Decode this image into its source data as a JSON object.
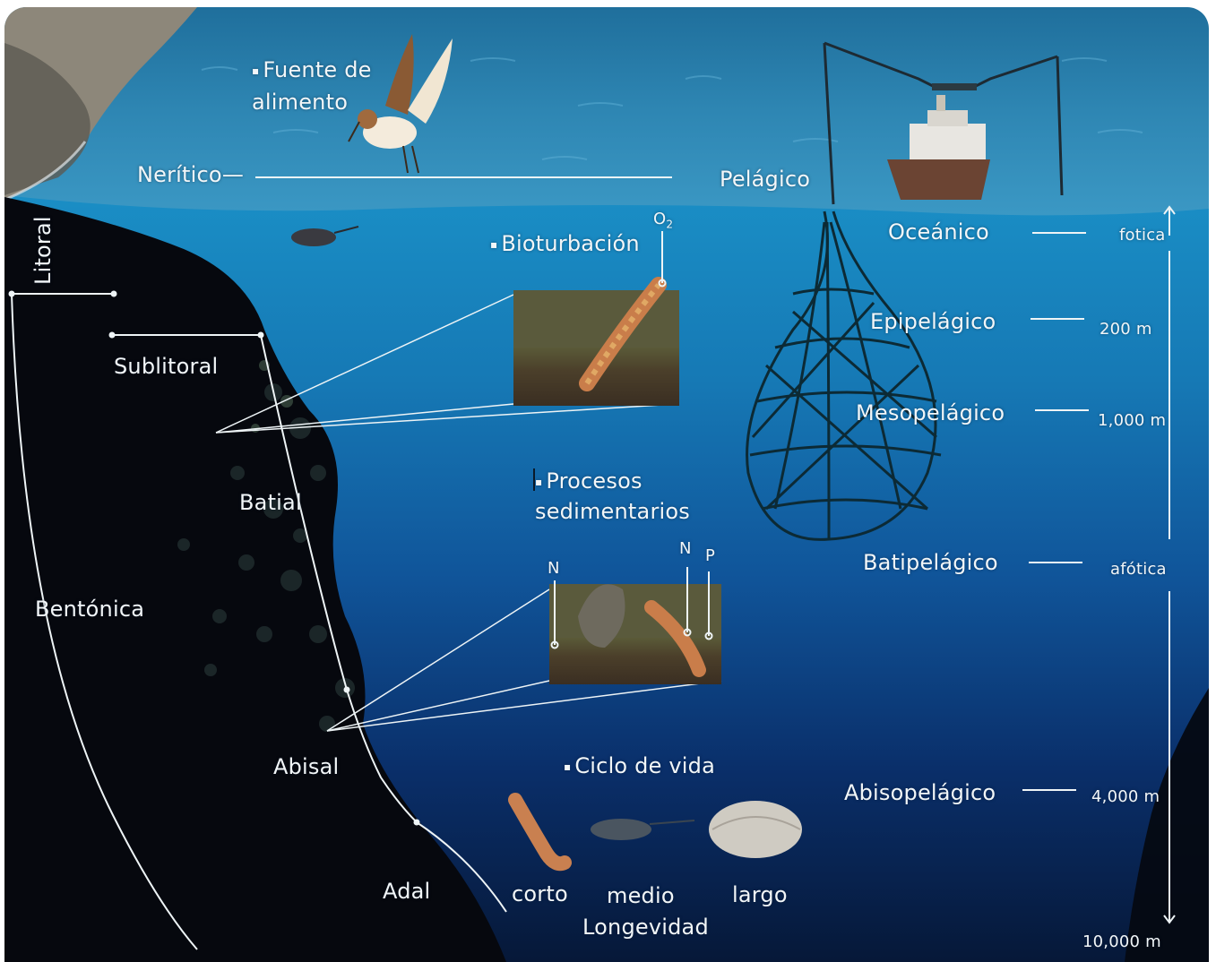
{
  "labels": {
    "fuente_de_alimento": "Fuente de alimento",
    "neritico": "Nerítico",
    "pelagico": "Pelágico",
    "litoral": "Litoral",
    "bioturbacion": "Bioturbación",
    "o2": "O",
    "o2_sub": "2",
    "sublitoral": "Sublitoral",
    "batial": "Batial",
    "bentonica": "Bentónica",
    "abisal": "Abisal",
    "adal": "Adal",
    "procesos_sedimentarios": "Procesos sedimentarios",
    "n_left": "N",
    "n_right": "N",
    "p": "P",
    "ciclo_de_vida": "Ciclo de vida",
    "corto": "corto",
    "medio": "medio",
    "largo": "largo",
    "longevidad": "Longevidad"
  },
  "zones": [
    {
      "name": "Oceánico",
      "depth": "fotica"
    },
    {
      "name": "Epipelágico",
      "depth": "200 m"
    },
    {
      "name": "Mesopelágico",
      "depth": "1,000 m"
    },
    {
      "name": "Batipelágico",
      "depth": "afótica"
    },
    {
      "name": "Abisopelágico",
      "depth": "4,000 m"
    }
  ],
  "bottom_depth": "10,000 m",
  "colors": {
    "sky_water": "#2d7fa9",
    "upper_ocean": "#1c8cc2",
    "deep_ocean": "#061a3c",
    "rock": "#05070d",
    "sediment": "#4a4a2c",
    "line": "#eef4f6"
  },
  "icons": [
    "bird-icon",
    "fishing-boat-icon",
    "net-icon",
    "amphipod-icon",
    "worm-icon",
    "clam-icon"
  ]
}
